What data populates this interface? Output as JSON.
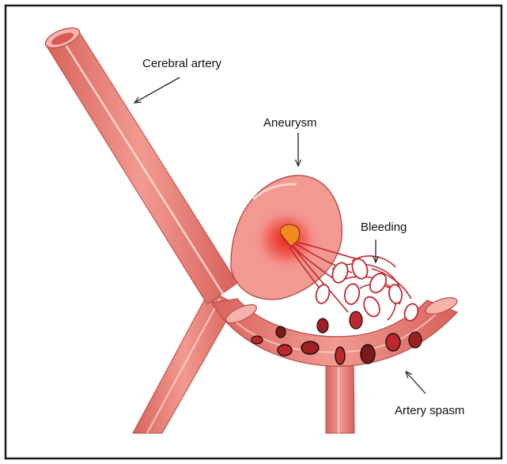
{
  "labels": {
    "cerebral_artery": "Cerebral artery",
    "aneurysm": "Aneurysm",
    "bleeding": "Bleeding",
    "artery_spasm": "Artery spasm"
  },
  "colors": {
    "vessel_fill": "#ee8f86",
    "vessel_dark": "#b84a45",
    "vessel_highlight": "#ffe2dc",
    "aneurysm_core": "#ee2a22",
    "blood_orange": "#f28b1f",
    "cell_red": "#c0272d",
    "outline": "#1a1a1a"
  }
}
